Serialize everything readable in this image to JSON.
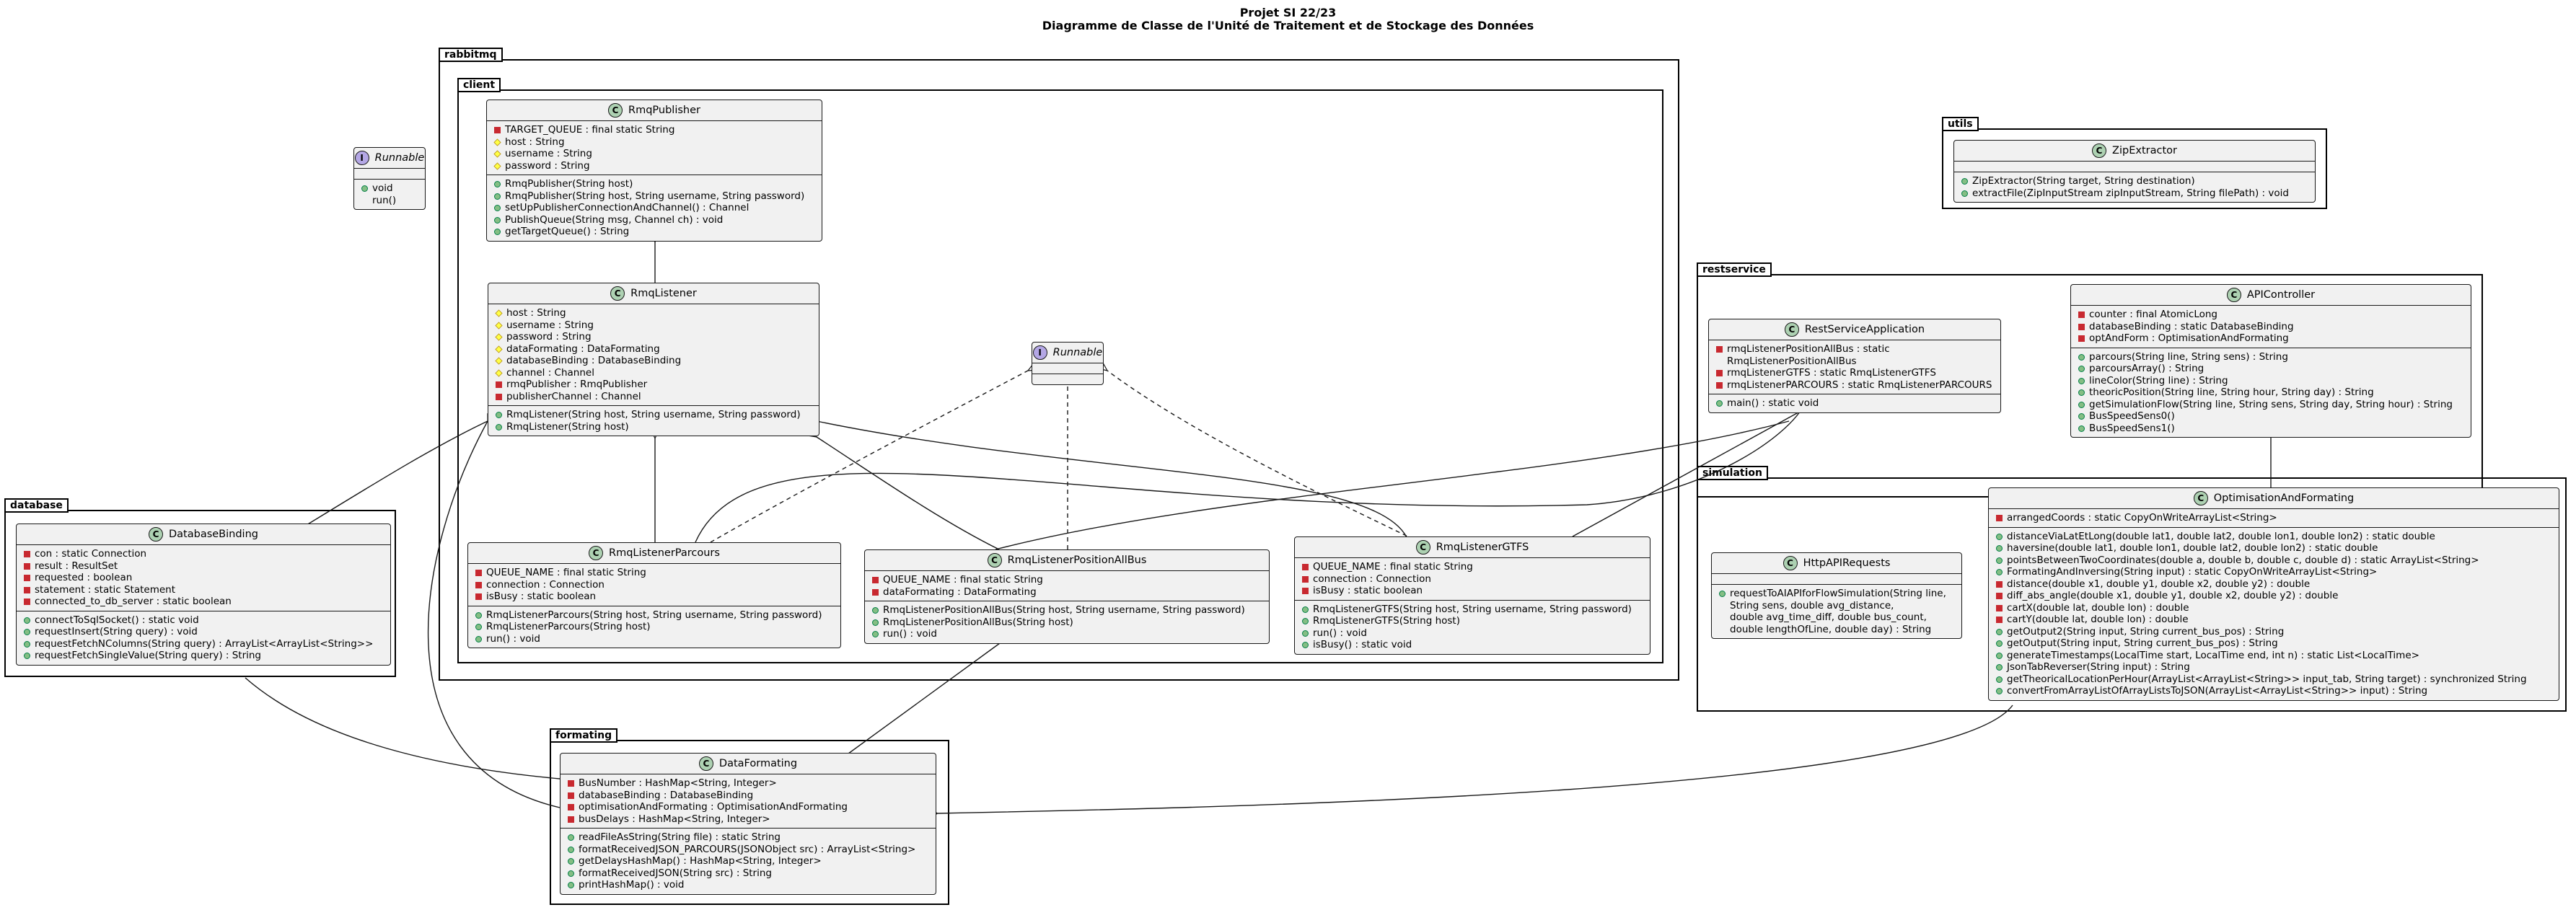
{
  "header": {
    "line1": "Projet SI 22/23",
    "line2": "Diagramme de Classe de l'Unité de Traitement et de Stockage des Données"
  },
  "packages": {
    "rabbitmq": "rabbitmq",
    "client": "client",
    "utils": "utils",
    "restservice": "restservice",
    "simulation": "simulation",
    "database": "database",
    "formating": "formating"
  },
  "classes": {
    "runnable_outer": {
      "name": "Runnable",
      "kind": "I",
      "fields": [],
      "methods": [
        {
          "v": "pub",
          "t": "void run()"
        }
      ]
    },
    "runnable_inner": {
      "name": "Runnable",
      "kind": "I",
      "fields": [],
      "methods": []
    },
    "rmqpublisher": {
      "name": "RmqPublisher",
      "kind": "C",
      "fields": [
        {
          "v": "priv",
          "t": "TARGET_QUEUE : final static String"
        },
        {
          "v": "prot",
          "t": "host : String"
        },
        {
          "v": "prot",
          "t": "username : String"
        },
        {
          "v": "prot",
          "t": "password : String"
        }
      ],
      "methods": [
        {
          "v": "pub",
          "t": "RmqPublisher(String host)"
        },
        {
          "v": "pub",
          "t": "RmqPublisher(String host, String username, String password)"
        },
        {
          "v": "pub",
          "t": "setUpPublisherConnectionAndChannel() : Channel"
        },
        {
          "v": "pub",
          "t": "PublishQueue(String msg, Channel ch) : void"
        },
        {
          "v": "pub",
          "t": "getTargetQueue() : String"
        }
      ]
    },
    "rmqlistener": {
      "name": "RmqListener",
      "kind": "C",
      "fields": [
        {
          "v": "prot",
          "t": "host : String"
        },
        {
          "v": "prot",
          "t": "username : String"
        },
        {
          "v": "prot",
          "t": "password : String"
        },
        {
          "v": "prot",
          "t": "dataFormating : DataFormating"
        },
        {
          "v": "prot",
          "t": "databaseBinding : DatabaseBinding"
        },
        {
          "v": "prot",
          "t": "channel : Channel"
        },
        {
          "v": "priv",
          "t": "rmqPublisher : RmqPublisher"
        },
        {
          "v": "priv",
          "t": "publisherChannel : Channel"
        }
      ],
      "methods": [
        {
          "v": "pub",
          "t": "RmqListener(String host, String username, String password)"
        },
        {
          "v": "pub",
          "t": "RmqListener(String host)"
        }
      ]
    },
    "parcours": {
      "name": "RmqListenerParcours",
      "kind": "C",
      "fields": [
        {
          "v": "priv",
          "t": "QUEUE_NAME : final static String"
        },
        {
          "v": "priv",
          "t": "connection : Connection"
        },
        {
          "v": "priv",
          "t": "isBusy : static boolean"
        }
      ],
      "methods": [
        {
          "v": "pub",
          "t": "RmqListenerParcours(String host, String username, String password)"
        },
        {
          "v": "pub",
          "t": "RmqListenerParcours(String host)"
        },
        {
          "v": "pub",
          "t": "run() : void"
        }
      ]
    },
    "positionallbus": {
      "name": "RmqListenerPositionAllBus",
      "kind": "C",
      "fields": [
        {
          "v": "priv",
          "t": "QUEUE_NAME : final static String"
        },
        {
          "v": "priv",
          "t": "dataFormating : DataFormating"
        }
      ],
      "methods": [
        {
          "v": "pub",
          "t": "RmqListenerPositionAllBus(String host, String username, String password)"
        },
        {
          "v": "pub",
          "t": "RmqListenerPositionAllBus(String host)"
        },
        {
          "v": "pub",
          "t": "run() : void"
        }
      ]
    },
    "gtfs": {
      "name": "RmqListenerGTFS",
      "kind": "C",
      "fields": [
        {
          "v": "priv",
          "t": "QUEUE_NAME : final static String"
        },
        {
          "v": "priv",
          "t": "connection : Connection"
        },
        {
          "v": "priv",
          "t": "isBusy : static boolean"
        }
      ],
      "methods": [
        {
          "v": "pub",
          "t": "RmqListenerGTFS(String host, String username, String password)"
        },
        {
          "v": "pub",
          "t": "RmqListenerGTFS(String host)"
        },
        {
          "v": "pub",
          "t": "run() : void"
        },
        {
          "v": "pub",
          "t": "isBusy() : static void"
        }
      ]
    },
    "zipextractor": {
      "name": "ZipExtractor",
      "kind": "C",
      "fields": [],
      "methods": [
        {
          "v": "pub",
          "t": "ZipExtractor(String target, String destination)"
        },
        {
          "v": "pub",
          "t": "extractFile(ZipInputStream zipInputStream, String filePath) : void"
        }
      ]
    },
    "restserviceapp": {
      "name": "RestServiceApplication",
      "kind": "C",
      "fields": [
        {
          "v": "priv",
          "t": "rmqListenerPositionAllBus : static RmqListenerPositionAllBus"
        },
        {
          "v": "priv",
          "t": "rmqListenerGTFS : static RmqListenerGTFS"
        },
        {
          "v": "priv",
          "t": "rmqListenerPARCOURS : static RmqListenerPARCOURS"
        }
      ],
      "methods": [
        {
          "v": "pub",
          "t": "main() : static void"
        }
      ]
    },
    "apicontroller": {
      "name": "APIController",
      "kind": "C",
      "fields": [
        {
          "v": "priv",
          "t": "counter : final AtomicLong"
        },
        {
          "v": "priv",
          "t": "databaseBinding : static DatabaseBinding"
        },
        {
          "v": "priv",
          "t": "optAndForm : OptimisationAndFormating"
        }
      ],
      "methods": [
        {
          "v": "pub",
          "t": "parcours(String line, String sens) : String"
        },
        {
          "v": "pub",
          "t": "parcoursArray() : String"
        },
        {
          "v": "pub",
          "t": "lineColor(String line) : String"
        },
        {
          "v": "pub",
          "t": "theoricPosition(String line, String hour, String day) : String"
        },
        {
          "v": "pub",
          "t": "getSimulationFlow(String line, String sens, String day, String hour) : String"
        },
        {
          "v": "pub",
          "t": "BusSpeedSens0()"
        },
        {
          "v": "pub",
          "t": "BusSpeedSens1()"
        }
      ]
    },
    "httpapirequests": {
      "name": "HttpAPIRequests",
      "kind": "C",
      "fields": [],
      "methods": [
        {
          "v": "pub",
          "t": "requestToAIAPIforFlowSimulation(String line,\nString sens, double avg_distance,\ndouble avg_time_diff, double bus_count,\ndouble lengthOfLine, double day) : String"
        }
      ]
    },
    "optimisation": {
      "name": "OptimisationAndFormating",
      "kind": "C",
      "fields": [
        {
          "v": "priv",
          "t": "arrangedCoords : static CopyOnWriteArrayList<String>"
        }
      ],
      "methods": [
        {
          "v": "pub",
          "t": "distanceViaLatEtLong(double lat1, double lat2, double lon1, double lon2) : static double"
        },
        {
          "v": "pub",
          "t": "haversine(double lat1, double lon1, double lat2, double lon2) : static double"
        },
        {
          "v": "pub",
          "t": "pointsBetweenTwoCoordinates(double a, double b, double c, double d) : static ArrayList<String>"
        },
        {
          "v": "pub",
          "t": "FormatingAndInversing(String input) : static CopyOnWriteArrayList<String>"
        },
        {
          "v": "priv",
          "t": "distance(double x1, double y1, double x2, double y2) : double"
        },
        {
          "v": "priv",
          "t": "diff_abs_angle(double x1, double y1, double x2, double y2) : double"
        },
        {
          "v": "priv",
          "t": "cartX(double lat, double lon) : double"
        },
        {
          "v": "priv",
          "t": "cartY(double lat, double lon) : double"
        },
        {
          "v": "pub",
          "t": "getOutput2(String input, String current_bus_pos) : String"
        },
        {
          "v": "pub",
          "t": "getOutput(String input, String current_bus_pos) : String"
        },
        {
          "v": "pub",
          "t": "generateTimestamps(LocalTime start, LocalTime end, int n) : static List<LocalTime>"
        },
        {
          "v": "pub",
          "t": "JsonTabReverser(String input) : String"
        },
        {
          "v": "pub",
          "t": "getTheoricalLocationPerHour(ArrayList<ArrayList<String>> input_tab, String target) : synchronized String"
        },
        {
          "v": "pub",
          "t": "convertFromArrayListOfArrayListsToJSON(ArrayList<ArrayList<String>> input) : String"
        }
      ]
    },
    "databasebinding": {
      "name": "DatabaseBinding",
      "kind": "C",
      "fields": [
        {
          "v": "priv",
          "t": "con : static Connection"
        },
        {
          "v": "priv",
          "t": "result : ResultSet"
        },
        {
          "v": "priv",
          "t": "requested : boolean"
        },
        {
          "v": "priv",
          "t": "statement : static Statement"
        },
        {
          "v": "priv",
          "t": "connected_to_db_server : static boolean"
        }
      ],
      "methods": [
        {
          "v": "pub",
          "t": "connectToSqlSocket() : static void"
        },
        {
          "v": "pub",
          "t": "requestInsert(String query) : void"
        },
        {
          "v": "pub",
          "t": "requestFetchNColumns(String query) : ArrayList<ArrayList<String>>"
        },
        {
          "v": "pub",
          "t": "requestFetchSingleValue(String query) : String"
        }
      ]
    },
    "dataformating": {
      "name": "DataFormating",
      "kind": "C",
      "fields": [
        {
          "v": "priv",
          "t": "BusNumber : HashMap<String, Integer>"
        },
        {
          "v": "priv",
          "t": "databaseBinding : DatabaseBinding"
        },
        {
          "v": "priv",
          "t": "optimisationAndFormating : OptimisationAndFormating"
        },
        {
          "v": "priv",
          "t": "busDelays : HashMap<String, Integer>"
        }
      ],
      "methods": [
        {
          "v": "pub",
          "t": "readFileAsString(String file) : static String"
        },
        {
          "v": "pub",
          "t": "formatReceivedJSON_PARCOURS(JSONObject src) : ArrayList<String>"
        },
        {
          "v": "pub",
          "t": "getDelaysHashMap() : HashMap<String, Integer>"
        },
        {
          "v": "pub",
          "t": "formatReceivedJSON(String src) : String"
        },
        {
          "v": "pub",
          "t": "printHashMap() : void"
        }
      ]
    }
  }
}
